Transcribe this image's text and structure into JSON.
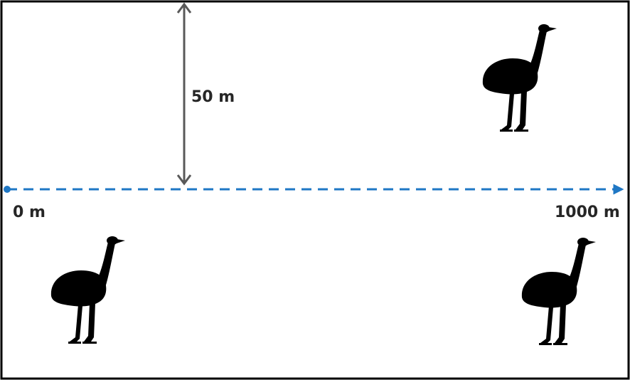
{
  "labels": {
    "half_width": "50 m",
    "start": "0 m",
    "end": "1000 m"
  },
  "colors": {
    "transect": "#1f77c4",
    "measure_arrow": "#595959",
    "emu": "#000000",
    "border": "#000000"
  },
  "icons": [
    "emu-icon",
    "emu-icon",
    "emu-icon"
  ]
}
